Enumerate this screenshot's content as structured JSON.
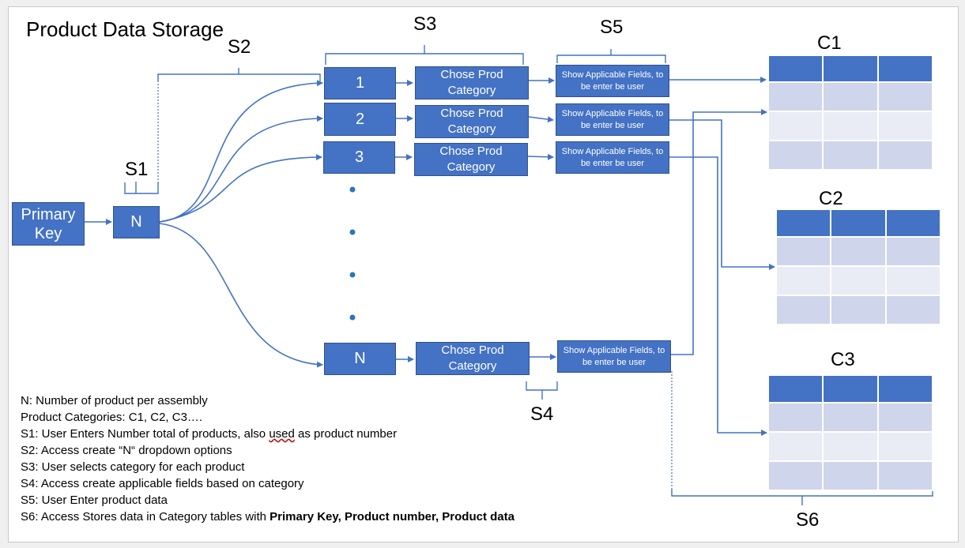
{
  "title": "Product Data Storage",
  "step_labels": {
    "s1": "S1",
    "s2": "S2",
    "s3": "S3",
    "s4": "S4",
    "s5": "S5",
    "s6": "S6"
  },
  "nodes": {
    "primary_key": "Primary Key",
    "n_input": "N",
    "products": [
      "1",
      "2",
      "3",
      "N"
    ],
    "category_box": "Chose Prod Category",
    "fields_box": "Show Applicable Fields, to be enter be user"
  },
  "tables": [
    "C1",
    "C2",
    "C3"
  ],
  "colors": {
    "box_fill": "#4472c4",
    "table_header": "#4472c4",
    "table_row_dark": "#cfd5ea",
    "table_row_light": "#e9ebf5",
    "connector": "#4472c4"
  },
  "legend": {
    "line1": "N: Number of product per assembly",
    "line2": "Product Categories: C1, C2, C3….",
    "line3_prefix": "S1: User Enters Number total of products, also ",
    "line3_marked": "used",
    "line3_suffix": " as product number",
    "line4": "S2: Access create “N“ dropdown options",
    "line5": "S3: User selects category  for each product",
    "line6": "S4: Access create applicable fields based on category",
    "line7": "S5: User Enter product data",
    "line8_prefix": "S6: Access Stores data in Category tables with ",
    "line8_bold": "Primary Key, Product number, Product data"
  }
}
